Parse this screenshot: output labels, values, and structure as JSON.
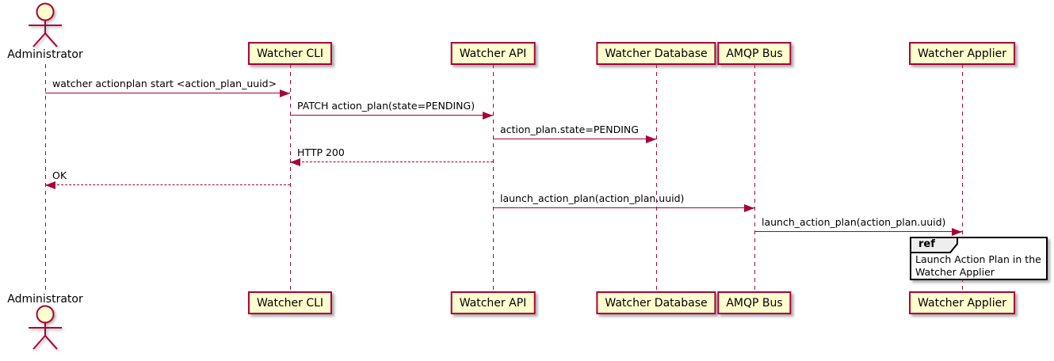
{
  "colors": {
    "participant_fill": "#FEFECE",
    "participant_border": "#A80036",
    "lifeline": "#A80036",
    "arrow": "#A80036",
    "text": "#000000",
    "ref_header_fill": "#EEEEEE",
    "ref_border": "#000000",
    "background": "#FFFFFF"
  },
  "participants": [
    {
      "label": "Administrator",
      "kind": "actor"
    },
    {
      "label": "Watcher CLI",
      "kind": "box"
    },
    {
      "label": "Watcher API",
      "kind": "box"
    },
    {
      "label": "Watcher Database",
      "kind": "box"
    },
    {
      "label": "AMQP Bus",
      "kind": "box"
    },
    {
      "label": "Watcher Applier",
      "kind": "box"
    }
  ],
  "messages": [
    {
      "text": "watcher actionplan start <action_plan_uuid>",
      "from": "Administrator",
      "to": "Watcher CLI",
      "line": "solid"
    },
    {
      "text": "PATCH action_plan(state=PENDING)",
      "from": "Watcher CLI",
      "to": "Watcher API",
      "line": "solid"
    },
    {
      "text": "action_plan.state=PENDING",
      "from": "Watcher API",
      "to": "Watcher Database",
      "line": "solid"
    },
    {
      "text": "HTTP 200",
      "from": "Watcher API",
      "to": "Watcher CLI",
      "line": "dashed"
    },
    {
      "text": "OK",
      "from": "Watcher CLI",
      "to": "Administrator",
      "line": "dashed"
    },
    {
      "text": "launch_action_plan(action_plan.uuid)",
      "from": "Watcher API",
      "to": "AMQP Bus",
      "line": "solid"
    },
    {
      "text": "launch_action_plan(action_plan.uuid)",
      "from": "AMQP Bus",
      "to": "Watcher Applier",
      "line": "solid"
    }
  ],
  "ref_fragment": {
    "keyword": "ref",
    "over": "Watcher Applier",
    "lines": [
      "Launch Action Plan in the",
      "Watcher Applier"
    ]
  }
}
